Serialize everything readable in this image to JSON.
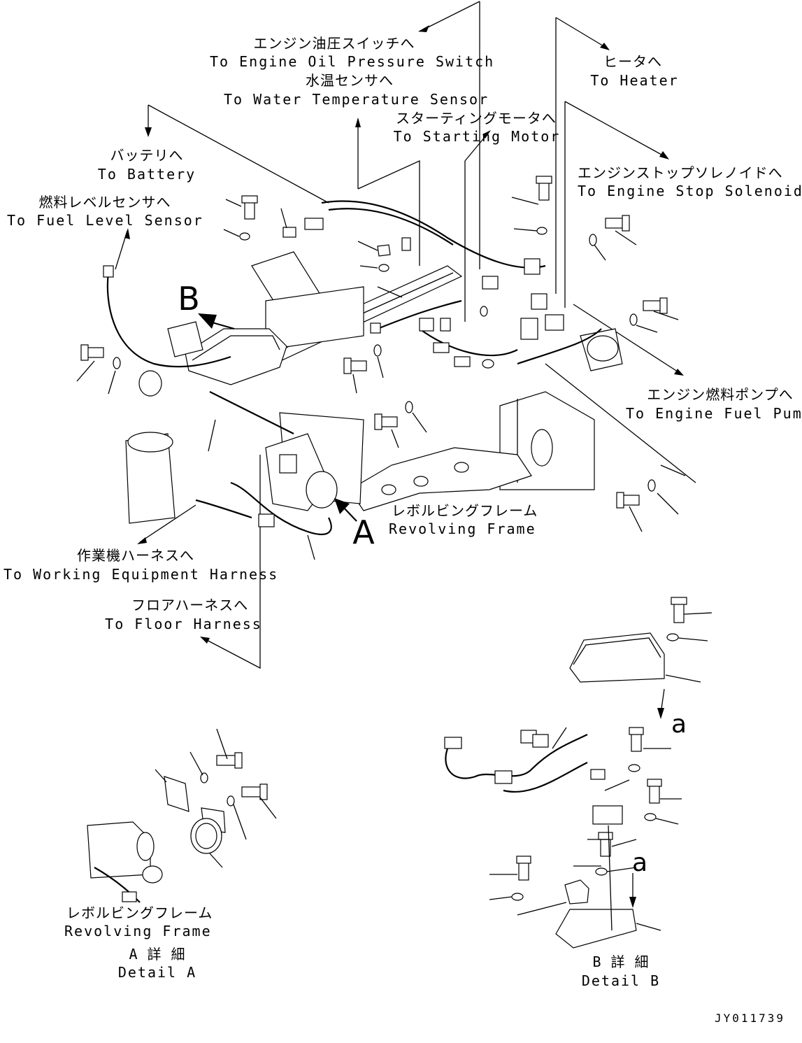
{
  "labels": {
    "oil_pressure_jp": "エンジン油圧スイッチへ",
    "oil_pressure_en": "To Engine Oil Pressure Switch",
    "water_temp_jp": "水温センサへ",
    "water_temp_en": "To Water Temperature Sensor",
    "heater_jp": "ヒータへ",
    "heater_en": "To Heater",
    "starting_motor_jp": "スターティングモータへ",
    "starting_motor_en": "To Starting Motor",
    "battery_jp": "バッテリへ",
    "battery_en": "To Battery",
    "stop_solenoid_jp": "エンジンストップソレノイドへ",
    "stop_solenoid_en": "To Engine Stop Solenoid",
    "fuel_level_jp": "燃料レベルセンサへ",
    "fuel_level_en": "To Fuel Level Sensor",
    "fuel_pump_jp": "エンジン燃料ポンプへ",
    "fuel_pump_en": "To Engine Fuel Pump",
    "revolving_frame_jp": "レボルビングフレーム",
    "revolving_frame_en": "Revolving Frame",
    "working_harness_jp": "作業機ハーネスへ",
    "working_harness_en": "To Working Equipment Harness",
    "floor_harness_jp": "フロアハーネスへ",
    "floor_harness_en": "To Floor Harness",
    "view_b": "B",
    "view_a": "A",
    "ref_a_1": "a",
    "ref_a_2": "a"
  },
  "detail_a": {
    "frame_jp": "レボルビングフレーム",
    "frame_en": "Revolving Frame",
    "title_jp": "A 詳 細",
    "title_en": "Detail A"
  },
  "detail_b": {
    "title_jp": "B 詳 細",
    "title_en": "Detail B"
  },
  "drawing_code": "JY011739"
}
